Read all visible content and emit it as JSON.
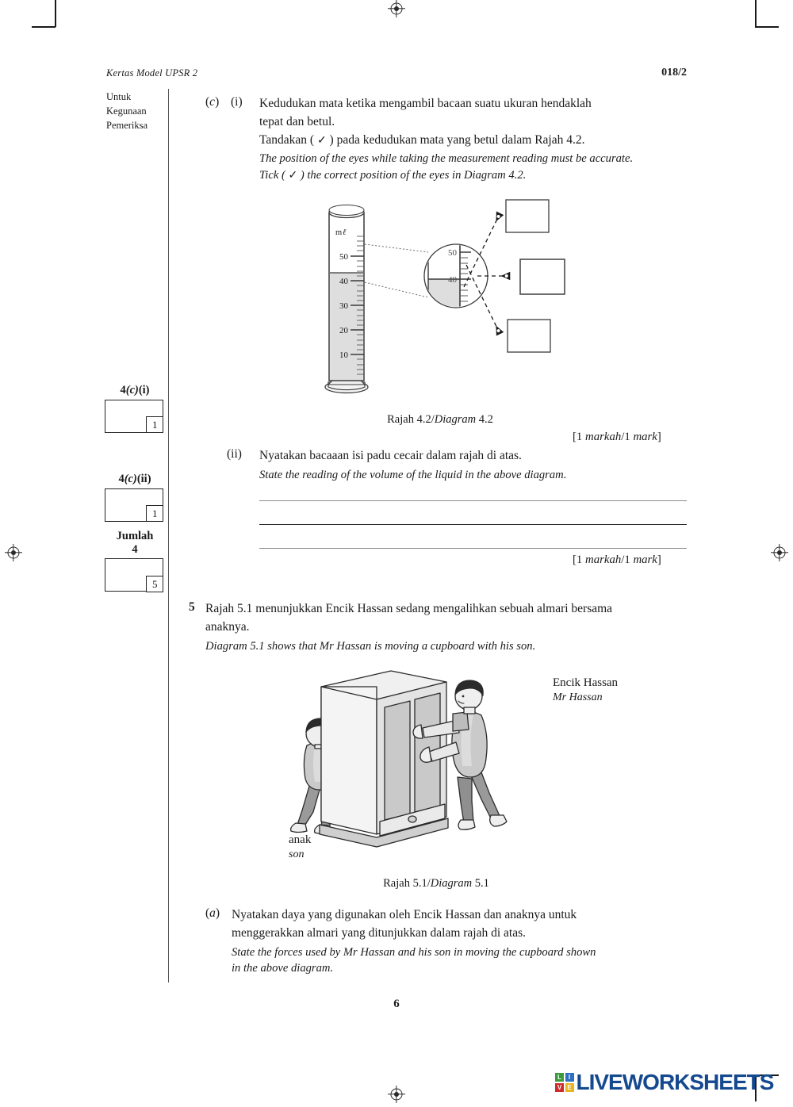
{
  "header": {
    "left": "Kertas Model UPSR 2",
    "right": "018/2"
  },
  "examiner_column": {
    "label_lines": [
      "Untuk",
      "Kegunaan",
      "Pemeriksa"
    ],
    "groups": [
      {
        "title_main": "4",
        "title_sub": "(c)",
        "title_tail": "(i)",
        "mark": "1"
      },
      {
        "title_main": "4",
        "title_sub": "(c)",
        "title_tail": "(ii)",
        "mark": "1"
      },
      {
        "title_main": "Jumlah",
        "title_sub": "",
        "title_tail": "4",
        "mark": "5"
      }
    ]
  },
  "question4": {
    "part_label": "(c)",
    "roman_i": "(i)",
    "malay_line1": "Kedudukan mata ketika mengambil bacaan suatu ukuran hendaklah",
    "malay_line2": "tepat dan betul.",
    "malay_line3_a": "Tandakan ( ",
    "malay_line3_tick": "✓",
    "malay_line3_b": " ) pada kedudukan mata yang betul dalam Rajah 4.2.",
    "english_line1": "The position of the eyes while taking the measurement reading must be accurate.",
    "english_line2_a": "Tick ( ",
    "english_line2_tick": "✓",
    "english_line2_b": " ) the correct position of the eyes in Diagram 4.2.",
    "figure": {
      "cylinder_unit": "mℓ",
      "scale_labels": [
        "50",
        "40",
        "30",
        "20",
        "10"
      ],
      "magnifier_labels": [
        "50",
        "40"
      ],
      "liquid_level_ml": 44,
      "answer_boxes": 3
    },
    "caption_malay": "Rajah 4.2/",
    "caption_english": "Diagram",
    "caption_number": " 4.2",
    "marks_i_open": "[1 ",
    "marks_i_malay": "markah",
    "marks_i_mid": "/1 ",
    "marks_i_english": "mark",
    "marks_i_close": "]",
    "roman_ii": "(ii)",
    "malay_ii": "Nyatakan bacaaan isi padu cecair dalam rajah di atas.",
    "english_ii": "State the reading of the volume of the liquid in the above diagram.",
    "marks_ii_open": "[1 ",
    "marks_ii_malay": "markah",
    "marks_ii_mid": "/1 ",
    "marks_ii_english": "mark",
    "marks_ii_close": "]"
  },
  "question5": {
    "number": "5",
    "malay_line1": "Rajah 5.1 menunjukkan Encik Hassan sedang mengalihkan sebuah almari bersama",
    "malay_line2": "anaknya.",
    "english_a": "Diagram",
    "english_b": " 5.1 ",
    "english_c": "shows that Mr Hassan is moving a cupboard with his son.",
    "figure": {
      "label_man_malay": "Encik Hassan",
      "label_man_english": "Mr Hassan",
      "label_son_malay": "anak",
      "label_son_english": "son"
    },
    "caption_malay": "Rajah 5.1/",
    "caption_english": "Diagram",
    "caption_number": " 5.1",
    "part_label": "(a)",
    "malay_a_line1": "Nyatakan daya yang digunakan oleh Encik Hassan dan anaknya untuk",
    "malay_a_line2": "menggerakkan almari yang ditunjukkan dalam rajah di atas.",
    "english_a_line1": "State the forces used by Mr Hassan and his son in moving the cupboard shown",
    "english_a_line2": "in the above diagram."
  },
  "footer": {
    "page_number": "6",
    "logo_tiles": [
      {
        "letter": "L",
        "color": "#3c9a3c"
      },
      {
        "letter": "I",
        "color": "#2f6fc0"
      },
      {
        "letter": "V",
        "color": "#cf2b2b"
      },
      {
        "letter": "E",
        "color": "#e8b51e"
      }
    ],
    "logo_word": "LIVEWORKSHEETS"
  }
}
